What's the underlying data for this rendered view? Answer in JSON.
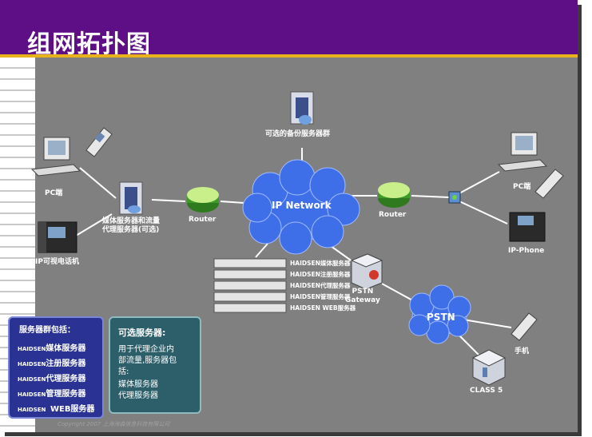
{
  "title": "组网拓扑图",
  "nodes": {
    "backup_server": "可选的备份服务器群",
    "pc_left": "PC端",
    "media_proxy": [
      "媒体服务器和流量",
      "代理服务器(可选)"
    ],
    "router_left": "Router",
    "ip_network": "IP Network",
    "router_right": "Router",
    "pc_right": "PC端",
    "ip_video_phone": "IP可视电话机",
    "ip_phone": "IP-Phone",
    "pstn_gateway": [
      "PSTN",
      "Gateway"
    ],
    "pstn": "PSTN",
    "mobile": "手机",
    "class5": "CLASS 5"
  },
  "rack_labels": [
    "HAIDSEN媒体服务器",
    "HAIDSEN注册服务器",
    "HAIDSEN代理服务器",
    "HAIDSEN管理服务器",
    "HAIDSEN WEB服务器"
  ],
  "server_group_box": {
    "heading": "服务器群包括：",
    "items": [
      "媒体服务器",
      "注册服务器",
      "代理服务器",
      "管理服务器",
      "WEB服务器"
    ],
    "prefix": "HAIDSEN"
  },
  "optional_box": {
    "heading": "可选服务器:",
    "lines": [
      "用于代理企业内",
      "部流量,服务器包",
      "括:",
      "媒体服务器",
      "代理服务器"
    ]
  },
  "copyright": "Copyright 2007 上海海森信息科技有限公司",
  "colors": {
    "header": "#5f0f85",
    "accent": "#e8b21a",
    "background": "#808080",
    "cloud": "#3f6fe8"
  }
}
